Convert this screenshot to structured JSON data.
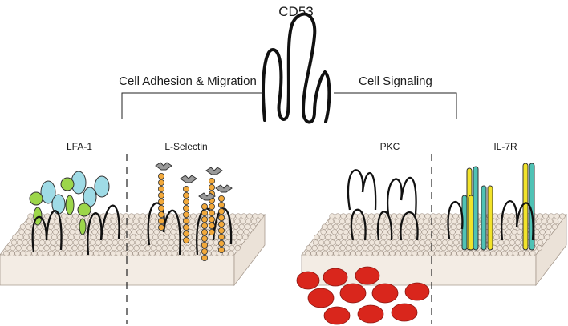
{
  "diagram": {
    "title": "CD53",
    "left_branch": {
      "label": "Cell Adhesion & Migration",
      "partners": [
        "LFA-1",
        "L-Selectin"
      ]
    },
    "right_branch": {
      "label": "Cell Signaling",
      "partners": [
        "PKC",
        "IL-7R"
      ]
    },
    "colors": {
      "lipid_head": "#efe6dc",
      "lipid_stroke": "#a79a8e",
      "tetraspanin": "#111111",
      "lfa1_alpha": "#9cd64a",
      "lfa1_beta": "#9fdbe6",
      "selectin_beads": "#f2a93b",
      "selectin_head": "#9a9a9a",
      "pkc": "#d9261c",
      "il7r_yellow": "#f2e32a",
      "il7r_teal": "#4fc2b5"
    }
  }
}
